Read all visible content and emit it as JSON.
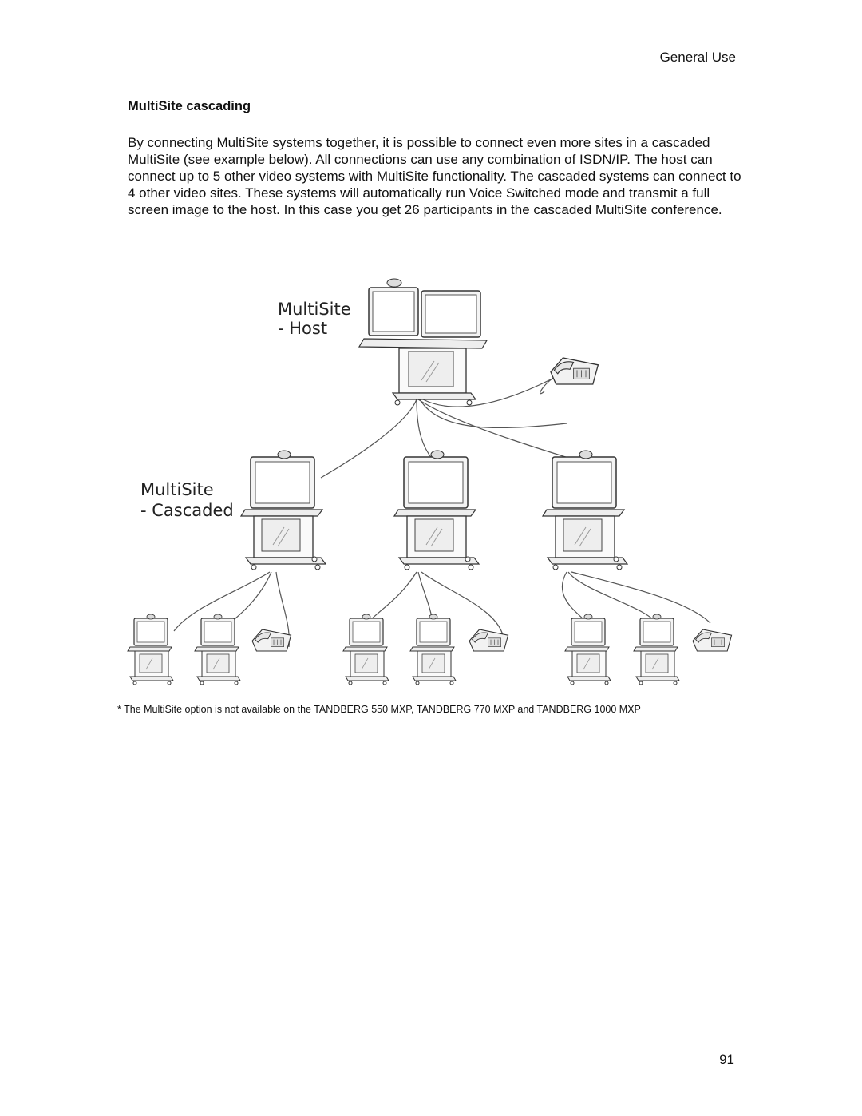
{
  "header": {
    "section": "General Use"
  },
  "section": {
    "title": "MultiSite cascading",
    "body": "By connecting MultiSite systems together, it is possible to connect even more sites in a cascaded MultiSite (see example below). All connections can use any combination of ISDN/IP. The host can connect up to 5 other video systems with MultiSite functionality. The cascaded systems can connect to 4 other video sites. These systems will automatically run Voice Switched mode and transmit a full screen image to the host. In this case you get 26 participants in the cascaded MultiSite conference."
  },
  "diagram": {
    "host_label_line1": "MultiSite",
    "host_label_line2": "- Host",
    "cascaded_label_line1": "MultiSite",
    "cascaded_label_line2": "- Cascaded"
  },
  "footnote": "* The MultiSite option is not available on the TANDBERG 550 MXP, TANDBERG 770 MXP and TANDBERG 1000 MXP",
  "page_number": "91"
}
